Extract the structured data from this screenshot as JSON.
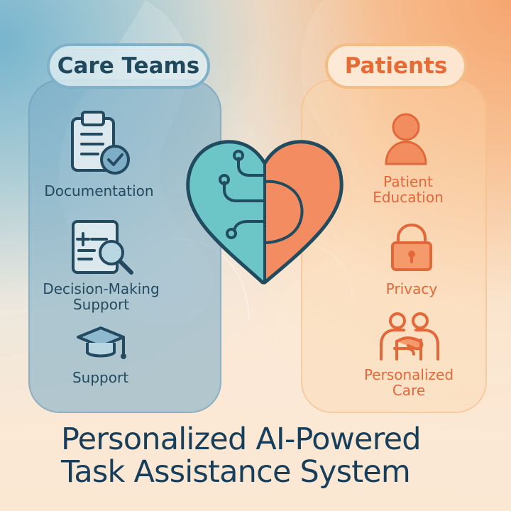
{
  "left_panel": {
    "title": "Care Teams",
    "items": [
      {
        "label": "Documentation",
        "icon": "clipboard-check-icon"
      },
      {
        "label": "Decision-Making\nSupport",
        "icon": "document-search-icon"
      },
      {
        "label": "Support",
        "icon": "graduation-cap-icon"
      }
    ]
  },
  "center": {
    "icon": "heart-circuit-icon"
  },
  "right_panel": {
    "title": "Patients",
    "items": [
      {
        "label": "Patient\nEducation",
        "icon": "person-icon"
      },
      {
        "label": "Privacy",
        "icon": "lock-icon"
      },
      {
        "label": "Personalized\nCare",
        "icon": "hug-icon"
      }
    ]
  },
  "footer": {
    "title_line_1": "Personalized AI-Powered",
    "title_line_2": "Task Assistance System"
  },
  "colors": {
    "blue_panel": "#79abc6",
    "orange_panel": "#f4bd86",
    "navy_text": "#173f5b",
    "orange_text": "#e56c36",
    "heart_teal": "#6cc5c7",
    "heart_orange": "#f38d61"
  }
}
